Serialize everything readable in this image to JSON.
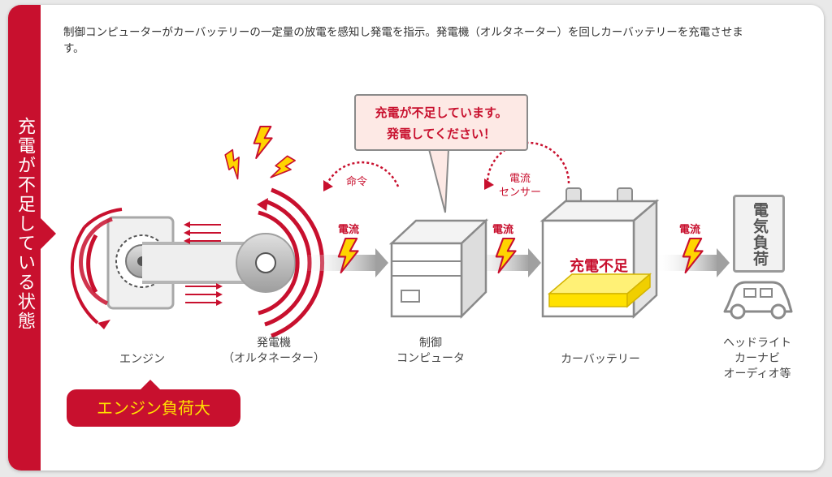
{
  "side_label": "充電が不足している状態",
  "intro_text": "制御コンピューターがカーバッテリーの一定量の放電を感知し発電を指示。発電機（オルタネーター）を回しカーバッテリーを充電させます。",
  "speech_bubble": {
    "line1": "充電が不足しています。",
    "line2": "発電してください！"
  },
  "command_label": "命令",
  "current_sensor_label": {
    "line1": "電流",
    "line2": "センサー"
  },
  "current_label": "電流",
  "battery_status": "充電不足",
  "electric_load": "電気負荷",
  "components": {
    "engine": "エンジン",
    "alternator": {
      "line1": "発電機",
      "line2": "（オルタネーター）"
    },
    "control_computer": {
      "line1": "制御",
      "line2": "コンピュータ"
    },
    "battery": "カーバッテリー",
    "loads": {
      "line1": "ヘッドライト",
      "line2": "カーナビ",
      "line3": "オーディオ等"
    }
  },
  "engine_load_badge": "エンジン負荷大",
  "colors": {
    "accent": "#c8102e",
    "highlight": "#ffe100",
    "bolt": "#ffd400",
    "gray": "#9a9a9a"
  }
}
